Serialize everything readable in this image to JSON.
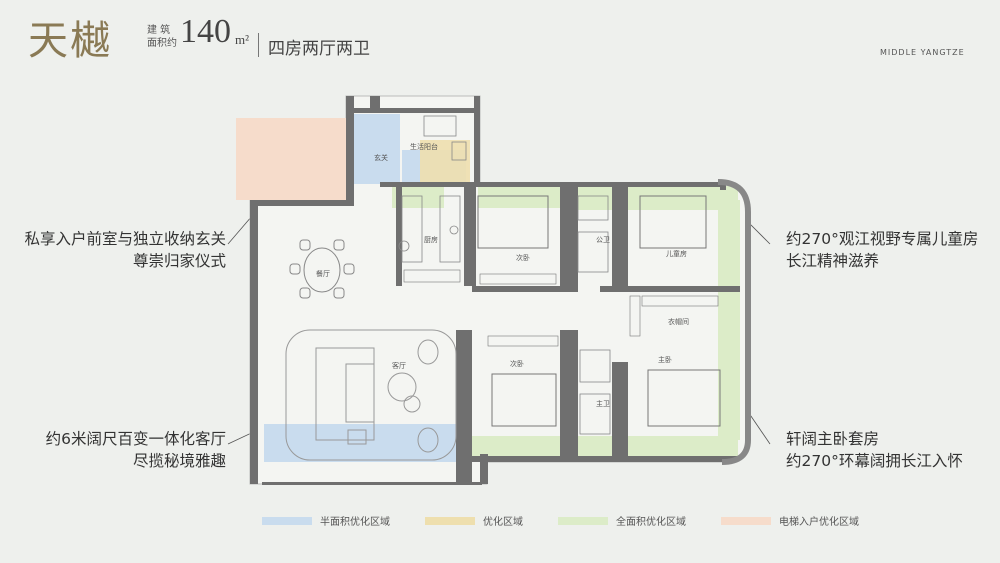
{
  "header": {
    "title": "天樾",
    "area_label": "建 筑 面积约",
    "area_value": "140",
    "area_unit": "m²",
    "layout_type": "四房两厅两卫",
    "brand": "MIDDLE YANGTZE"
  },
  "callouts": {
    "top_left": [
      "私享入户前室与独立收纳玄关",
      "尊崇归家仪式"
    ],
    "bottom_left": [
      "约6米阔尺百变一体化客厅",
      "尽揽秘境雅趣"
    ],
    "top_right": [
      "约270°观江视野专属儿童房",
      "长江精神滋养"
    ],
    "bottom_right": [
      "轩阔主卧套房",
      "约270°环幕阔拥长江入怀"
    ]
  },
  "rooms": {
    "entry": "玄关",
    "service_balcony": "生活阳台",
    "kitchen": "厨房",
    "dining": "餐厅",
    "living": "客厅",
    "bedroom_a": "次卧",
    "bedroom_b": "次卧",
    "public_bath": "公卫",
    "kids_room": "儿童房",
    "closet": "衣帽间",
    "master_bedroom": "主卧",
    "master_bath": "主卫"
  },
  "legend": [
    {
      "label": "半面积优化区域",
      "color": "#c9dcee"
    },
    {
      "label": "优化区域",
      "color": "#eedfae"
    },
    {
      "label": "全面积优化区域",
      "color": "#dcecc8"
    },
    {
      "label": "电梯入户优化区域",
      "color": "#f6dccb"
    }
  ],
  "colors": {
    "wall": "#6f6f6f",
    "plan_background": "#f4f5f2",
    "title_gold": "#8a7a55"
  }
}
